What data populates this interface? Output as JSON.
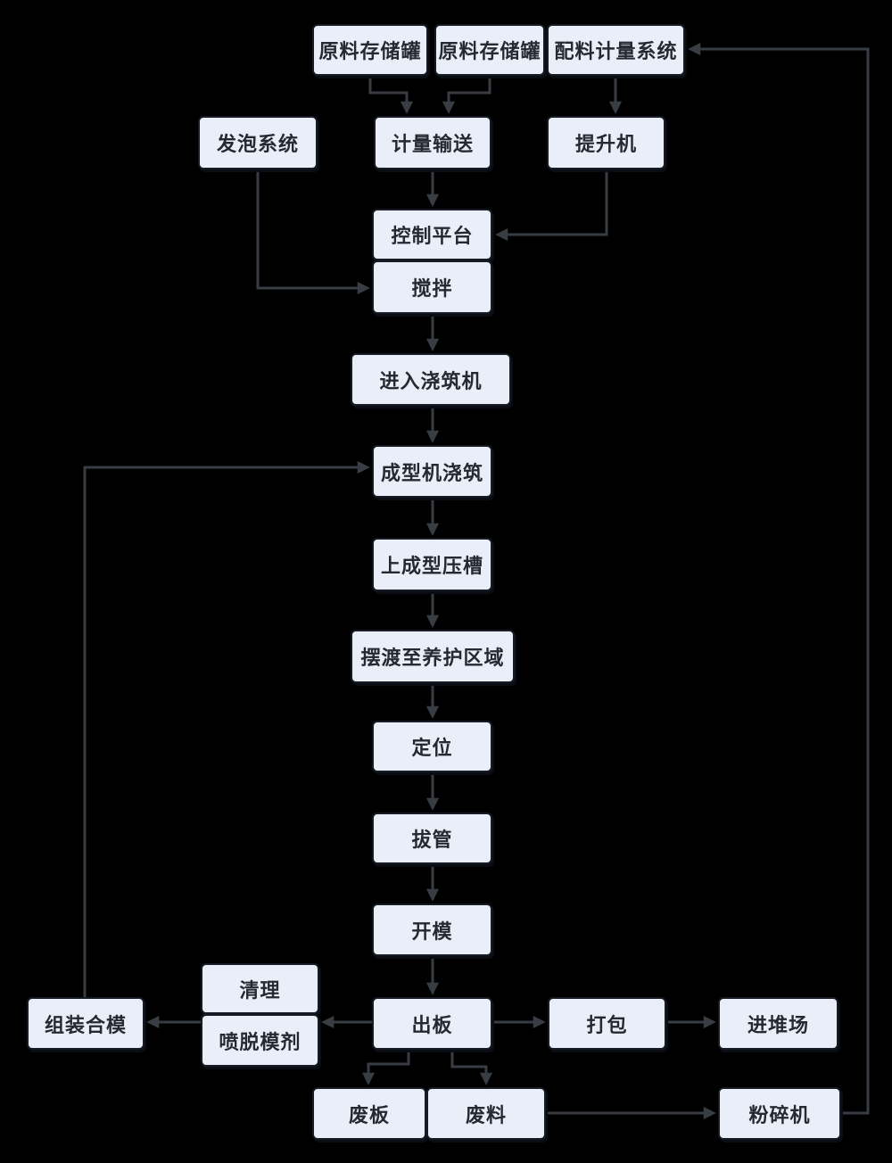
{
  "diagram": {
    "type": "flowchart",
    "background_color": "#000000",
    "node_fill_color": "#e9eef8",
    "node_border_color": "#161b24",
    "arrow_color": "#383d44",
    "text_color": "#262a30",
    "nodes": [
      {
        "id": "raw-material-storage-tank-1",
        "label": "原料存储罐"
      },
      {
        "id": "raw-material-storage-tank-2",
        "label": "原料存储罐"
      },
      {
        "id": "batching-metering-system",
        "label": "配料计量系统"
      },
      {
        "id": "foaming-system",
        "label": "发泡系统"
      },
      {
        "id": "metering-conveying",
        "label": "计量输送"
      },
      {
        "id": "hoist",
        "label": "提升机"
      },
      {
        "id": "control-platform",
        "label": "控制平台"
      },
      {
        "id": "mixing",
        "label": "搅拌"
      },
      {
        "id": "enter-casting-machine",
        "label": "进入浇筑机"
      },
      {
        "id": "forming-machine-casting",
        "label": "成型机浇筑"
      },
      {
        "id": "forming-press-groove",
        "label": "上成型压槽"
      },
      {
        "id": "transfer-to-curing-area",
        "label": "摆渡至养护区域"
      },
      {
        "id": "positioning",
        "label": "定位"
      },
      {
        "id": "tube-pulling",
        "label": "拔管"
      },
      {
        "id": "mold-opening",
        "label": "开模"
      },
      {
        "id": "cleaning",
        "label": "清理"
      },
      {
        "id": "spray-release-agent",
        "label": "喷脱模剂"
      },
      {
        "id": "assemble-mold",
        "label": "组装合模"
      },
      {
        "id": "panel-output",
        "label": "出板"
      },
      {
        "id": "packing",
        "label": "打包"
      },
      {
        "id": "to-stockyard",
        "label": "进堆场"
      },
      {
        "id": "waste-panel",
        "label": "废板"
      },
      {
        "id": "waste-material",
        "label": "废料"
      },
      {
        "id": "crusher",
        "label": "粉碎机"
      }
    ],
    "edges": [
      {
        "from": "raw-material-storage-tank-1",
        "to": "metering-conveying"
      },
      {
        "from": "raw-material-storage-tank-2",
        "to": "metering-conveying"
      },
      {
        "from": "batching-metering-system",
        "to": "hoist"
      },
      {
        "from": "metering-conveying",
        "to": "control-platform"
      },
      {
        "from": "hoist",
        "to": "control-platform"
      },
      {
        "from": "foaming-system",
        "to": "mixing"
      },
      {
        "from": "mixing",
        "to": "enter-casting-machine"
      },
      {
        "from": "enter-casting-machine",
        "to": "forming-machine-casting"
      },
      {
        "from": "forming-machine-casting",
        "to": "forming-press-groove"
      },
      {
        "from": "forming-press-groove",
        "to": "transfer-to-curing-area"
      },
      {
        "from": "transfer-to-curing-area",
        "to": "positioning"
      },
      {
        "from": "positioning",
        "to": "tube-pulling"
      },
      {
        "from": "tube-pulling",
        "to": "mold-opening"
      },
      {
        "from": "mold-opening",
        "to": "panel-output"
      },
      {
        "from": "panel-output",
        "to": "cleaning"
      },
      {
        "from": "cleaning",
        "to": "assemble-mold"
      },
      {
        "from": "assemble-mold",
        "to": "forming-machine-casting"
      },
      {
        "from": "panel-output",
        "to": "packing"
      },
      {
        "from": "packing",
        "to": "to-stockyard"
      },
      {
        "from": "panel-output",
        "to": "waste-panel"
      },
      {
        "from": "panel-output",
        "to": "waste-material"
      },
      {
        "from": "waste-material",
        "to": "crusher"
      },
      {
        "from": "crusher",
        "to": "batching-metering-system"
      }
    ]
  }
}
